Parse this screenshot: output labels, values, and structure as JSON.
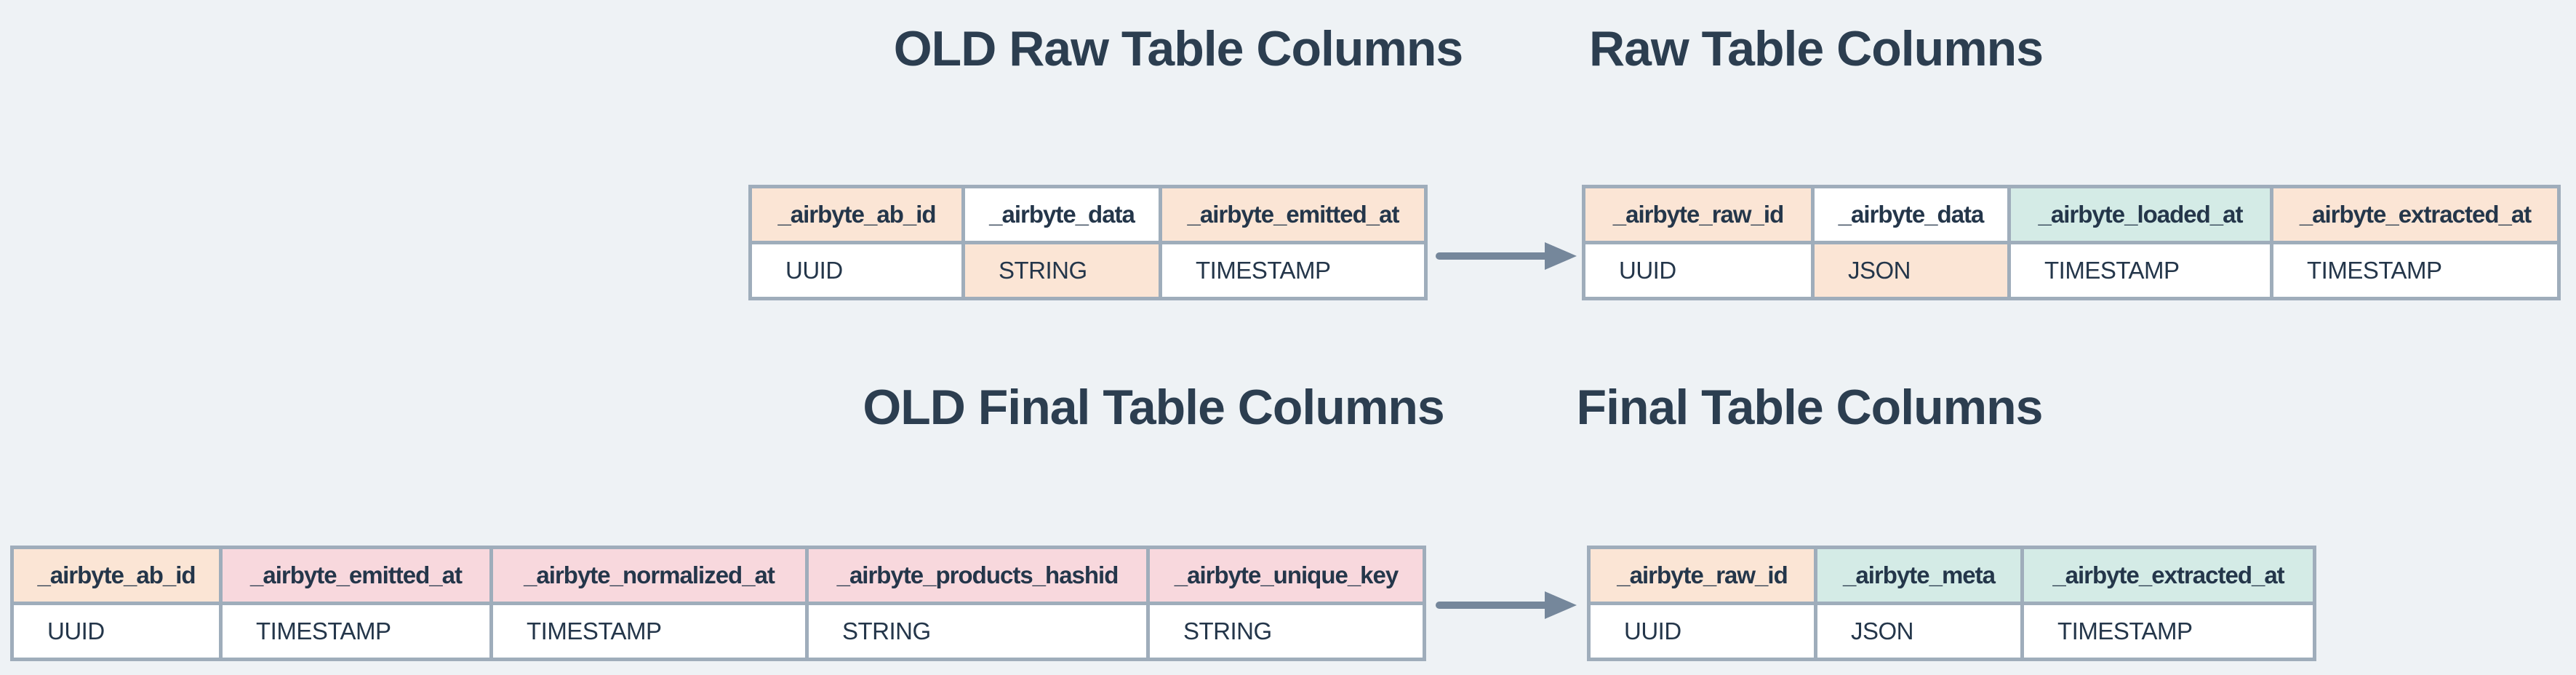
{
  "colors": {
    "background": "#eef2f5",
    "table_border": "#9fadbb",
    "arrow": "#75879b",
    "text": "#24364a",
    "title_text": "#2c3e50",
    "highlight_peach": "#fbe5d5",
    "highlight_pink": "#f8d8dd",
    "highlight_teal": "#d4ebe6",
    "cell_white": "#ffffff"
  },
  "icons": {
    "arrow_right": "right-arrow"
  },
  "tables": {
    "old_raw": {
      "title": "OLD Raw Table Columns",
      "columns": [
        {
          "name": "_airbyte_ab_id",
          "type": "UUID",
          "name_bg": "peach",
          "type_bg": "white"
        },
        {
          "name": "_airbyte_data",
          "type": "STRING",
          "name_bg": "white",
          "type_bg": "peach"
        },
        {
          "name": "_airbyte_emitted_at",
          "type": "TIMESTAMP",
          "name_bg": "peach",
          "type_bg": "white"
        }
      ]
    },
    "raw": {
      "title": "Raw Table Columns",
      "columns": [
        {
          "name": "_airbyte_raw_id",
          "type": "UUID",
          "name_bg": "peach",
          "type_bg": "white"
        },
        {
          "name": "_airbyte_data",
          "type": "JSON",
          "name_bg": "white",
          "type_bg": "peach"
        },
        {
          "name": "_airbyte_loaded_at",
          "type": "TIMESTAMP",
          "name_bg": "teal",
          "type_bg": "white"
        },
        {
          "name": "_airbyte_extracted_at",
          "type": "TIMESTAMP",
          "name_bg": "peach",
          "type_bg": "white"
        }
      ]
    },
    "old_final": {
      "title": "OLD Final Table Columns",
      "columns": [
        {
          "name": "_airbyte_ab_id",
          "type": "UUID",
          "name_bg": "peach",
          "type_bg": "white"
        },
        {
          "name": "_airbyte_emitted_at",
          "type": "TIMESTAMP",
          "name_bg": "pink",
          "type_bg": "white"
        },
        {
          "name": "_airbyte_normalized_at",
          "type": "TIMESTAMP",
          "name_bg": "pink",
          "type_bg": "white"
        },
        {
          "name": "_airbyte_products_hashid",
          "type": "STRING",
          "name_bg": "pink",
          "type_bg": "white"
        },
        {
          "name": "_airbyte_unique_key",
          "type": "STRING",
          "name_bg": "pink",
          "type_bg": "white"
        }
      ]
    },
    "final": {
      "title": "Final Table Columns",
      "columns": [
        {
          "name": "_airbyte_raw_id",
          "type": "UUID",
          "name_bg": "peach",
          "type_bg": "white"
        },
        {
          "name": "_airbyte_meta",
          "type": "JSON",
          "name_bg": "teal",
          "type_bg": "white"
        },
        {
          "name": "_airbyte_extracted_at",
          "type": "TIMESTAMP",
          "name_bg": "teal",
          "type_bg": "white"
        }
      ]
    }
  }
}
